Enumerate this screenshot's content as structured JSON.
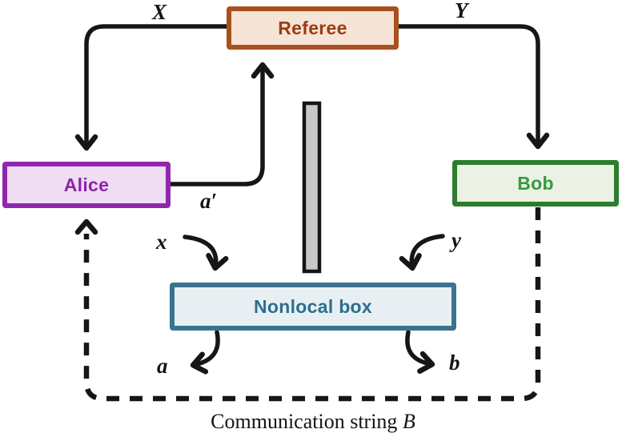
{
  "diagram": {
    "title_hint": "Nonlocal game with referee, players and nonlocal box",
    "boxes": {
      "referee": {
        "label": "Referee",
        "border": "#a8501f",
        "fill": "#f6e4d7",
        "text_color": "#9a3d12"
      },
      "alice": {
        "label": "Alice",
        "border": "#9127ae",
        "fill": "#eeddf3",
        "text_color": "#8d24a8"
      },
      "bob": {
        "label": "Bob",
        "border": "#2c7c2e",
        "fill": "#ebf2e4",
        "text_color": "#359a3c"
      },
      "nonlocal": {
        "label": "Nonlocal box",
        "border": "#3a7390",
        "fill": "#e8eff3",
        "text_color": "#2d6e8e"
      }
    },
    "labels": {
      "referee_to_alice": "X",
      "referee_to_bob": "Y",
      "alice_to_referee": "a′",
      "nonlocal_input_left": "x",
      "nonlocal_input_right": "y",
      "nonlocal_output_left": "a",
      "nonlocal_output_right": "b",
      "caption": "Communication string",
      "caption_var": "B"
    },
    "colors": {
      "line": "#161616",
      "barrier_fill": "#c8c8c8"
    }
  }
}
